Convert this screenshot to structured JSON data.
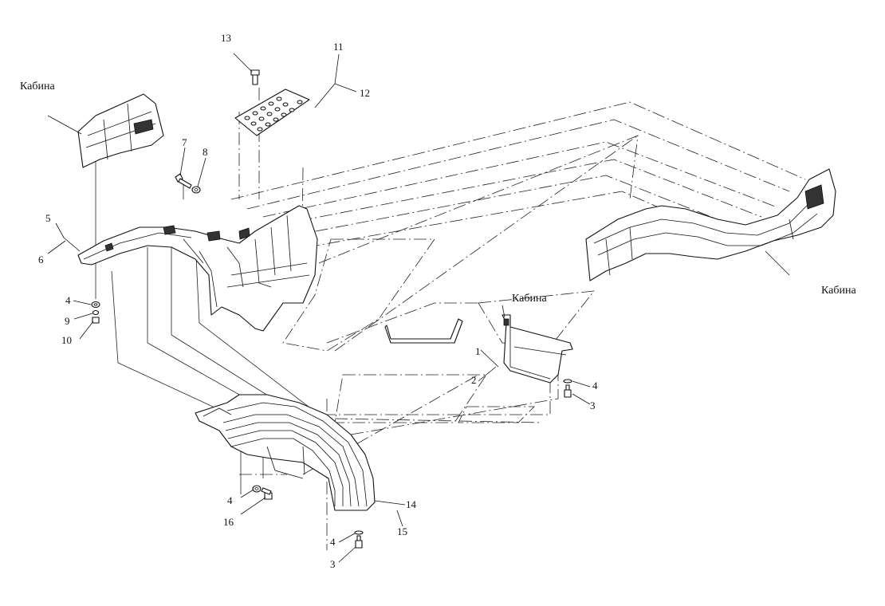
{
  "labels": {
    "cab_left": "Кабина",
    "cab_right": "Кабина",
    "cab_middle": "Кабина",
    "n1": "1",
    "n2": "2",
    "n3a": "3",
    "n3b": "3",
    "n4a": "4",
    "n4b": "4",
    "n4c": "4",
    "n4d": "4",
    "n5": "5",
    "n6": "6",
    "n7": "7",
    "n8": "8",
    "n9": "9",
    "n10": "10",
    "n11": "11",
    "n12": "12",
    "n13": "13",
    "n14": "14",
    "n15": "15",
    "n16": "16"
  },
  "colors": {
    "ink": "#111111",
    "paper": "#ffffff"
  }
}
